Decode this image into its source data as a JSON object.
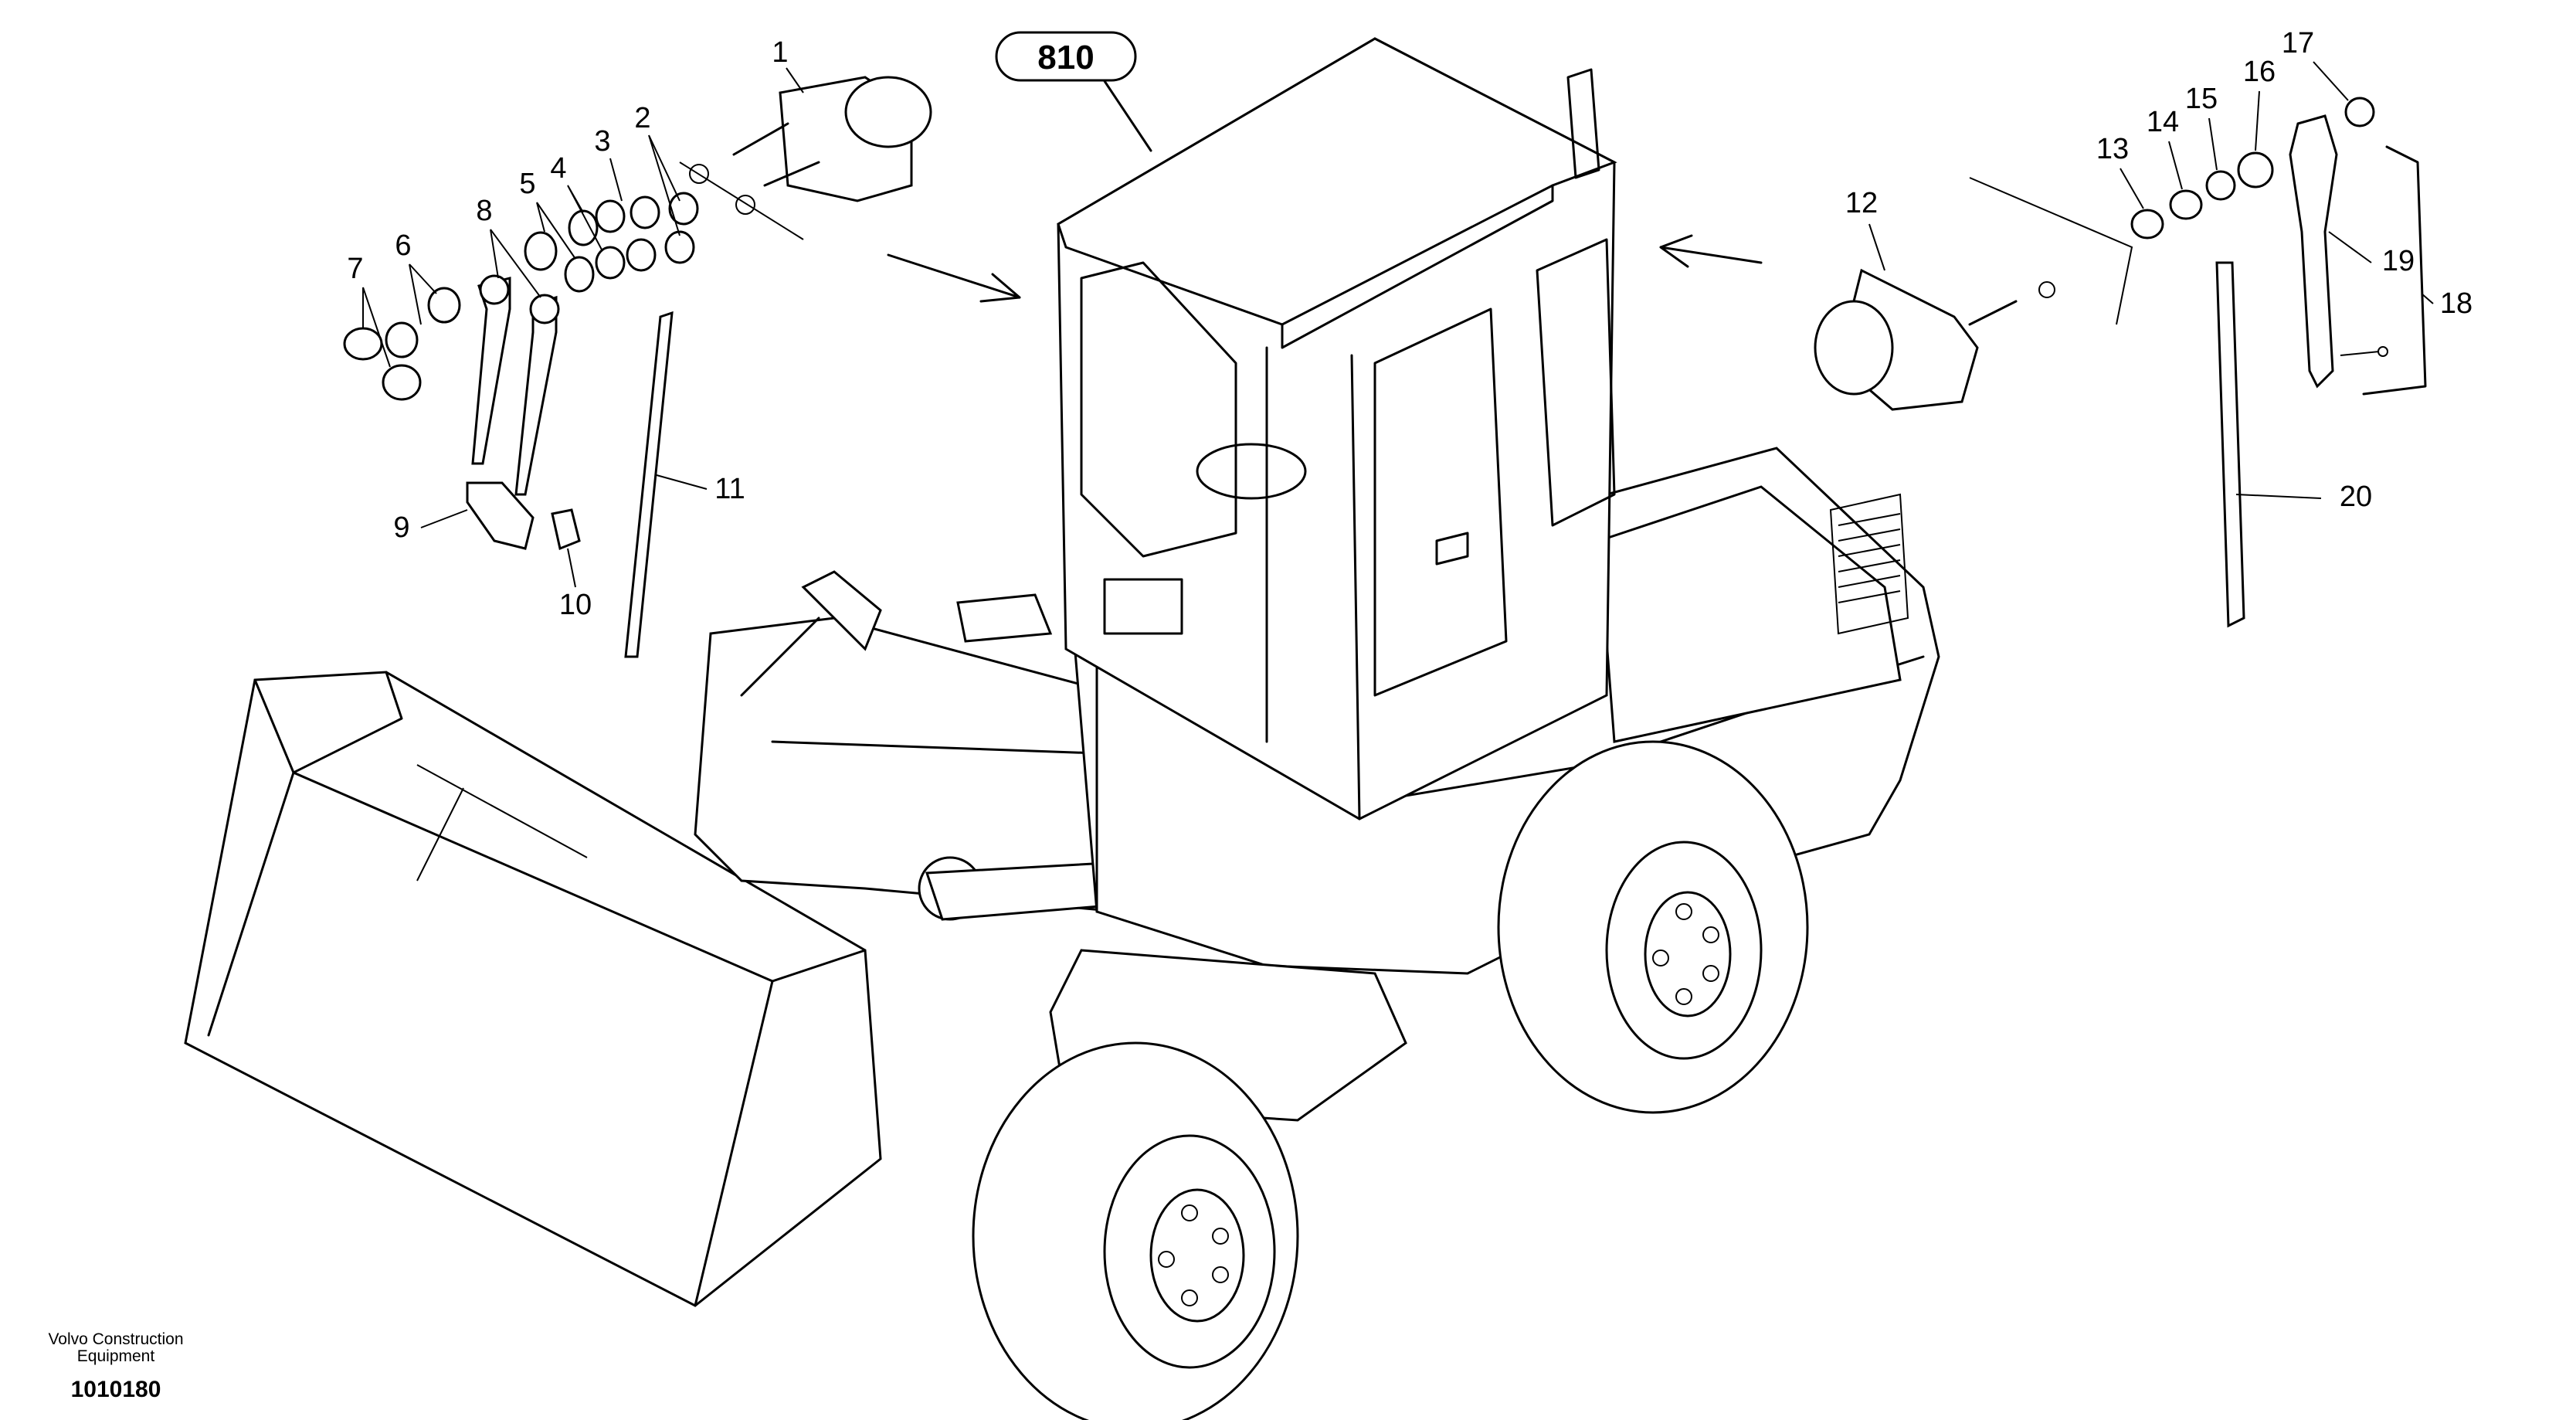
{
  "diagram": {
    "group_ref": "810",
    "part_numbers": [
      "1",
      "2",
      "3",
      "4",
      "5",
      "6",
      "7",
      "8",
      "9",
      "10",
      "11",
      "12",
      "13",
      "14",
      "15",
      "16",
      "17",
      "18",
      "19",
      "20"
    ],
    "footer": {
      "brand_line1": "Volvo Construction",
      "brand_line2": "Equipment",
      "figure_code": "1010180"
    }
  }
}
